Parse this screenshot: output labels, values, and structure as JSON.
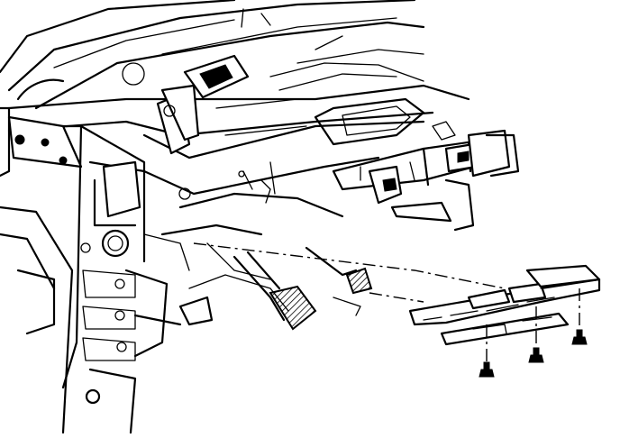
{
  "figure": {
    "kind": "exploded-view line drawing",
    "components": [
      {
        "name": "instrument-panel-carrier",
        "icon": "crossbar-illustration"
      },
      {
        "name": "steering-column",
        "icon": "steering-column-illustration"
      },
      {
        "name": "left-side-body-structure",
        "icon": "pillar-illustration"
      },
      {
        "name": "pedals",
        "icon": "pedal-illustration"
      },
      {
        "name": "knee-bolster-reinforcement",
        "icon": "bracket-illustration"
      },
      {
        "name": "fasteners",
        "count": 3,
        "icon": "bolt-icon"
      }
    ]
  }
}
